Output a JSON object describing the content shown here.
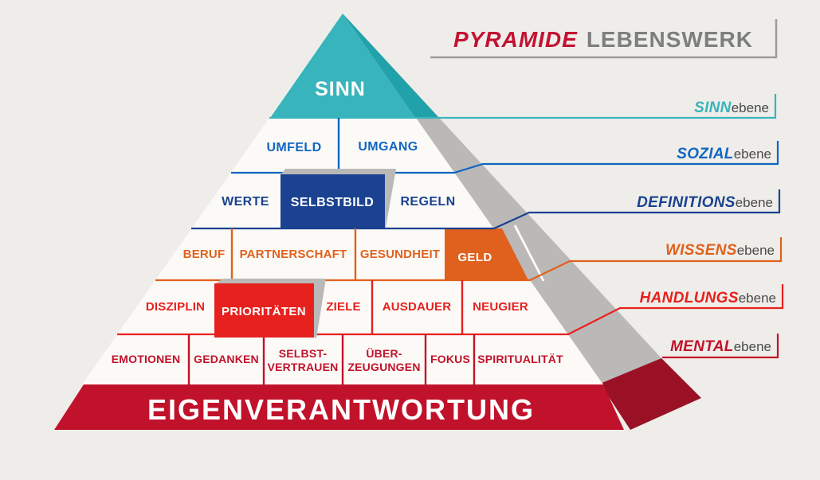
{
  "title": {
    "accent": "PYRAMIDE",
    "rest": "LEBENSWERK"
  },
  "pyramid": {
    "apex": {
      "label": "SINN"
    },
    "rows": {
      "sozial": {
        "umfeld": "UMFELD",
        "umgang": "UMGANG"
      },
      "definitions": {
        "werte": "WERTE",
        "selbstbild": "SELBSTBILD",
        "regeln": "REGELN"
      },
      "wissens": {
        "beruf": "BERUF",
        "partnerschaft": "PARTNERSCHAFT",
        "gesundheit": "GESUNDHEIT",
        "geld": "GELD"
      },
      "handlungs": {
        "disziplin": "DISZIPLIN",
        "prioritaeten": "PRIORITÄTEN",
        "ziele": "ZIELE",
        "ausdauer": "AUSDAUER",
        "neugier": "NEUGIER"
      },
      "mental": {
        "emotionen": "EMOTIONEN",
        "gedanken": "GEDANKEN",
        "selbstvertrauen_line1": "SELBST-",
        "selbstvertrauen_line2": "VERTRAUEN",
        "ueberzeugungen_line1": "ÜBER-",
        "ueberzeugungen_line2": "ZEUGUNGEN",
        "fokus": "FOKUS",
        "spiritualitaet": "SPIRITUALITÄT"
      }
    },
    "base": {
      "label": "EIGENVERANTWORTUNG"
    }
  },
  "side_labels": {
    "sinn": {
      "accent": "SINN",
      "suffix": "ebene"
    },
    "sozial": {
      "accent": "SOZIAL",
      "suffix": "ebene"
    },
    "definitions": {
      "accent": "DEFINITIONS",
      "suffix": "ebene"
    },
    "wissens": {
      "accent": "WISSENS",
      "suffix": "ebene"
    },
    "handlungs": {
      "accent": "HANDLUNGS",
      "suffix": "ebene"
    },
    "mental": {
      "accent": "MENTAL",
      "suffix": "ebene"
    }
  },
  "colors": {
    "background": "#EFEDE9",
    "pyramid_face": "#FCFAF7",
    "teal": "#38B4BC",
    "teal_dark": "#21A1AA",
    "blue": "#1166C2",
    "navy": "#1A4290",
    "orange": "#E0611D",
    "red": "#E6211E",
    "crimson": "#C1122B",
    "base_side": "#9A1126",
    "shadow_gray": "#BAB9B8",
    "title_accent": "#C21233",
    "title_rest": "#7E7E7E",
    "suffix_gray": "#4A4A4A"
  }
}
